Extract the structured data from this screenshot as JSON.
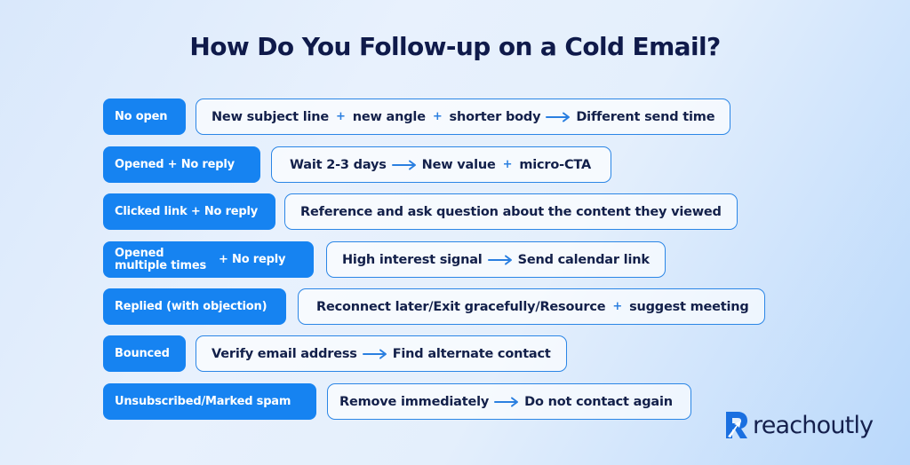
{
  "title": "How Do You Follow-up on a Cold Email?",
  "colors": {
    "status_pill": "#1683f1",
    "action_border": "#2b86e6",
    "separator": "#2a7fe0",
    "text_dark": "#13204a"
  },
  "rows": [
    {
      "status": "No open",
      "action_parts": [
        {
          "type": "text",
          "value": "New subject line"
        },
        {
          "type": "plus",
          "value": "+"
        },
        {
          "type": "text",
          "value": "new angle"
        },
        {
          "type": "plus",
          "value": "+"
        },
        {
          "type": "text",
          "value": "shorter body"
        },
        {
          "type": "arrow",
          "value": "→"
        },
        {
          "type": "text",
          "value": "Different send time"
        }
      ]
    },
    {
      "status": "Opened + No reply",
      "action_parts": [
        {
          "type": "text",
          "value": "Wait 2-3 days"
        },
        {
          "type": "arrow",
          "value": "→"
        },
        {
          "type": "text",
          "value": "New value"
        },
        {
          "type": "plus",
          "value": "+"
        },
        {
          "type": "text",
          "value": "micro-CTA"
        }
      ]
    },
    {
      "status": "Clicked link + No reply",
      "action_parts": [
        {
          "type": "text",
          "value": "Reference and ask question about the content they viewed"
        }
      ]
    },
    {
      "status_line1": "Opened",
      "status_line2": "multiple times",
      "status_suffix": "+ No reply",
      "action_parts": [
        {
          "type": "text",
          "value": "High interest signal"
        },
        {
          "type": "arrow",
          "value": "→"
        },
        {
          "type": "text",
          "value": "Send calendar link"
        }
      ]
    },
    {
      "status": "Replied (with objection)",
      "action_parts": [
        {
          "type": "text",
          "value": "Reconnect later/Exit gracefully/Resource"
        },
        {
          "type": "plus",
          "value": "+"
        },
        {
          "type": "text",
          "value": "suggest meeting"
        }
      ]
    },
    {
      "status": "Bounced",
      "action_parts": [
        {
          "type": "text",
          "value": "Verify email address"
        },
        {
          "type": "arrow",
          "value": "→"
        },
        {
          "type": "text",
          "value": "Find alternate contact"
        }
      ]
    },
    {
      "status": "Unsubscribed/Marked spam",
      "action_parts": [
        {
          "type": "text",
          "value": "Remove immediately"
        },
        {
          "type": "arrow",
          "value": "→"
        },
        {
          "type": "text",
          "value": "Do not contact again"
        }
      ]
    }
  ],
  "logo": {
    "icon": "reachoutly-r-logo-icon",
    "text": "reachoutly"
  }
}
